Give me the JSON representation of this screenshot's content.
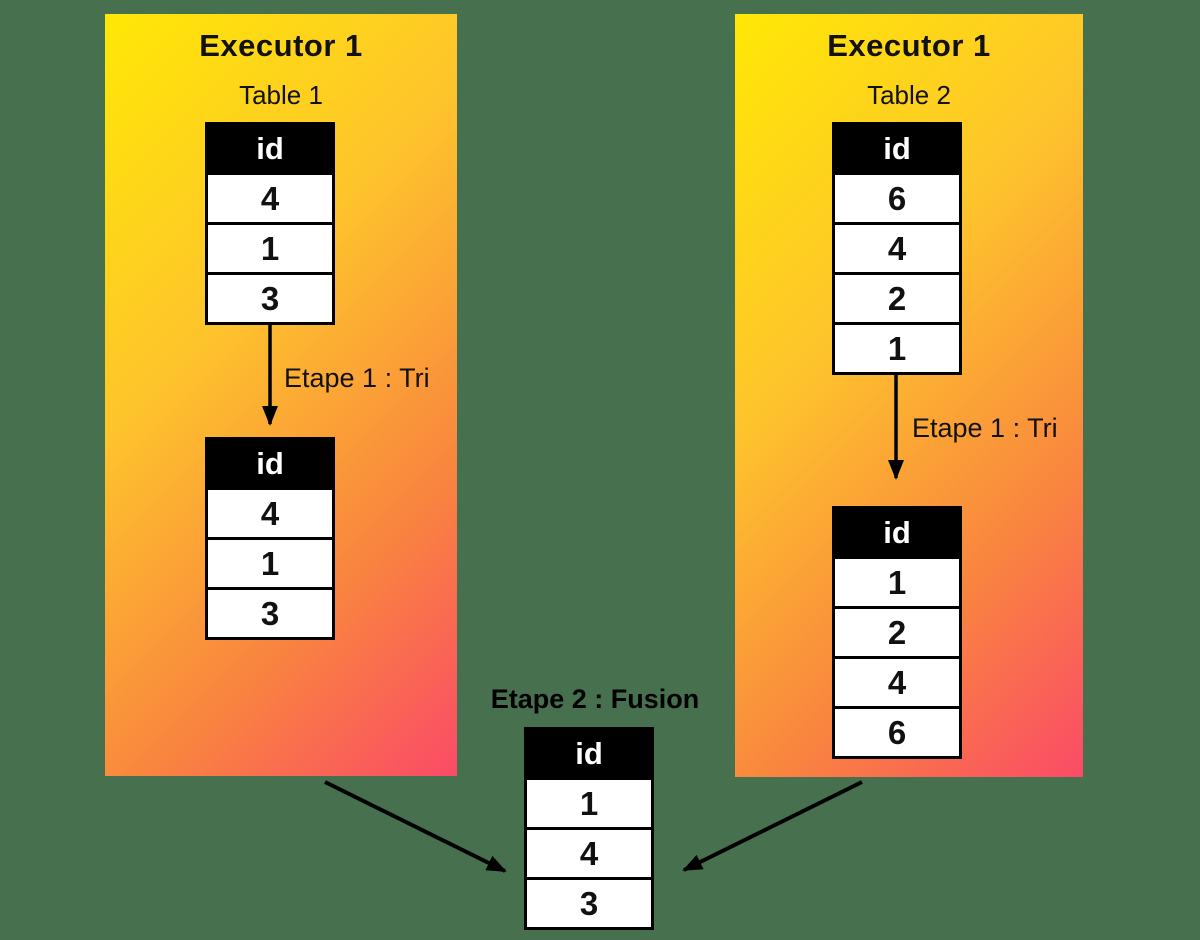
{
  "colors": {
    "background": "#47714E",
    "panel_gradient_start": "#FFE805",
    "panel_gradient_mid": "#F9853F",
    "panel_gradient_end": "#FB4B67",
    "table_header_bg": "#000000",
    "table_header_text": "#FFFFFF",
    "cell_bg": "#FFFFFF",
    "arrow_color": "#000000"
  },
  "left_panel": {
    "title": "Executor 1",
    "table_label": "Table 1",
    "input_table": {
      "header": "id",
      "rows": [
        "4",
        "1",
        "3"
      ]
    },
    "step_label": "Etape 1 : Tri",
    "sorted_table": {
      "header": "id",
      "rows": [
        "4",
        "1",
        "3"
      ]
    }
  },
  "right_panel": {
    "title": "Executor 1",
    "table_label": "Table 2",
    "input_table": {
      "header": "id",
      "rows": [
        "6",
        "4",
        "2",
        "1"
      ]
    },
    "step_label": "Etape 1 : Tri",
    "sorted_table": {
      "header": "id",
      "rows": [
        "1",
        "2",
        "4",
        "6"
      ]
    }
  },
  "merge": {
    "step_label": "Etape 2 : Fusion",
    "table": {
      "header": "id",
      "rows": [
        "1",
        "4",
        "3"
      ]
    }
  }
}
